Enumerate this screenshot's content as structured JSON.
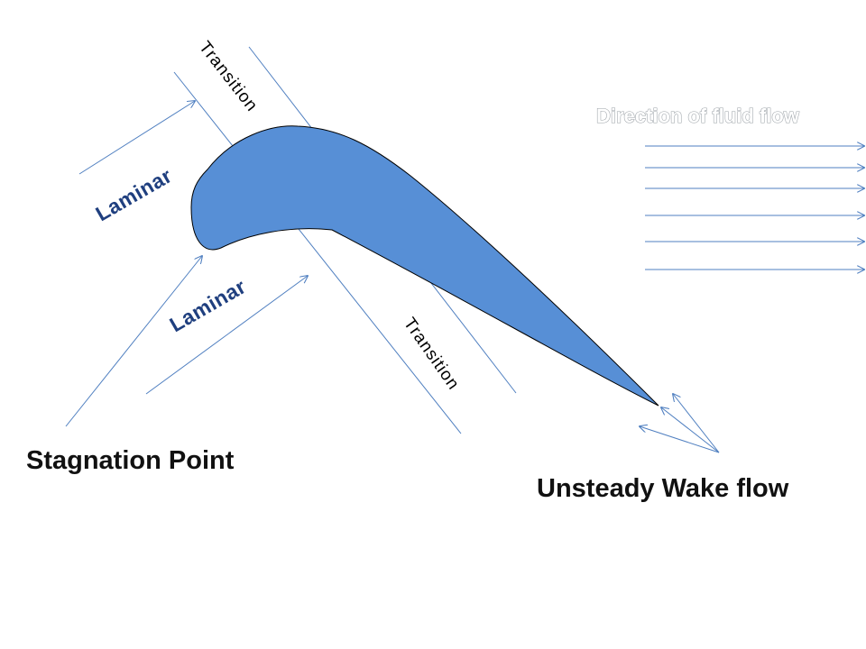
{
  "labels": {
    "transition_top": "Transition",
    "transition_bottom": "Transition",
    "laminar_upper": "Laminar",
    "laminar_lower": "Laminar",
    "stagnation_point": "Stagnation Point",
    "unsteady_wake": "Unsteady Wake flow",
    "direction_of_flow": "Direction of fluid flow"
  },
  "colors": {
    "blade_fill": "#578fd6",
    "line": "#4f7fc0",
    "laminar_text": "#1f3f7f"
  }
}
